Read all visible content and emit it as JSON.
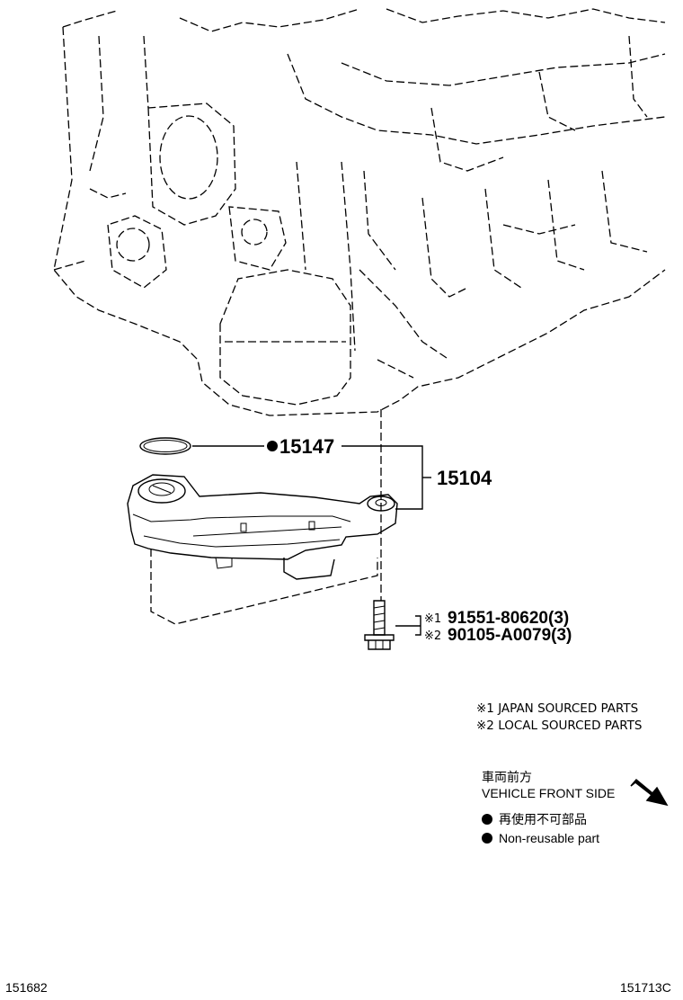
{
  "parts": {
    "gasket": "15147",
    "assembly": "15104",
    "bolt_line1": "91551-80620(3)",
    "bolt_line2": "90105-A0079(3)"
  },
  "marks": {
    "japan": "※1",
    "local": "※2"
  },
  "notes": {
    "japan": "※1 JAPAN SOURCED PARTS",
    "local": "※2 LOCAL SOURCED PARTS"
  },
  "legend": {
    "front_jp": "車両前方",
    "front_en": "VEHICLE FRONT SIDE",
    "nonreuse_jp": "再使用不可部品",
    "nonreuse_en": "Non-reusable part"
  },
  "footer": {
    "left_code": "151682",
    "right_code": "151713C"
  }
}
